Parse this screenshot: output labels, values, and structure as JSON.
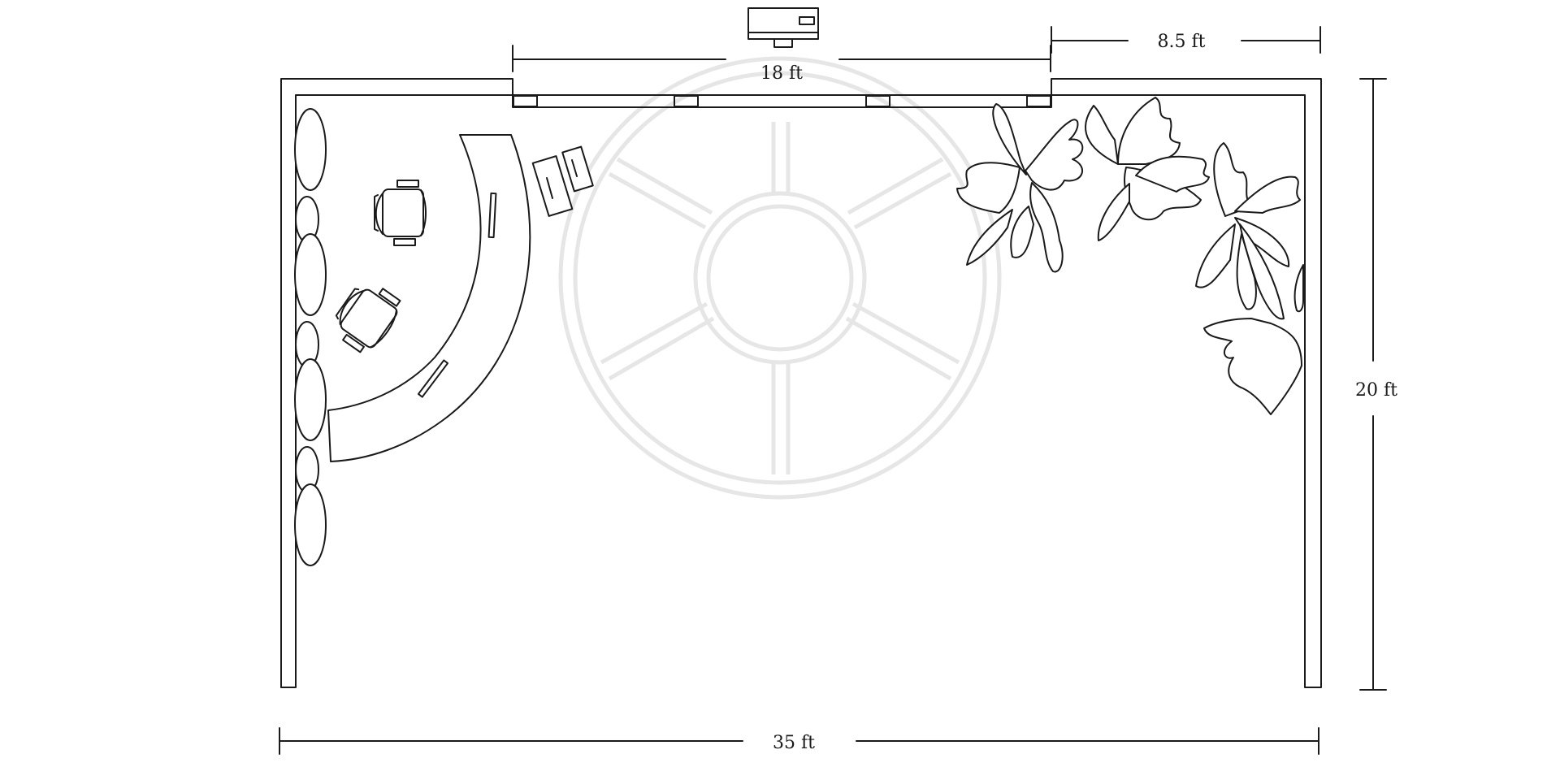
{
  "dimensions": {
    "window_width": "18 ft",
    "right_segment": "8.5 ft",
    "depth": "20 ft",
    "overall_width": "35 ft"
  },
  "colors": {
    "line": "#1a1a1a",
    "watermark": "#e6e6e6",
    "background": "#ffffff"
  },
  "icons": [
    "projector-icon",
    "chair-icon",
    "chair-icon",
    "screen-icon",
    "palm-plant-icon",
    "watermark-wheel-icon"
  ]
}
